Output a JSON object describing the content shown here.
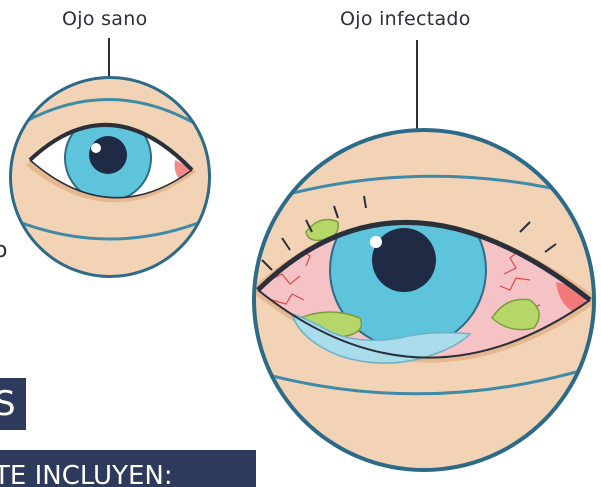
{
  "labels": {
    "healthy": "Ojo sano",
    "infected": "Ojo infectado"
  },
  "cropped_text": {
    "left_fragment": "o",
    "band_top": "S",
    "band_bottom": "TE INCLUYEN:"
  },
  "colors": {
    "ring": "#3a7c9a",
    "skin": "#f2d3b5",
    "iris": "#5ec4dc",
    "pupil": "#1f2a44",
    "sclera_infected": "#f5c2c6",
    "discharge": "#b7d66a",
    "tear": "#a9ddeb",
    "band": "#2d3a5c"
  }
}
